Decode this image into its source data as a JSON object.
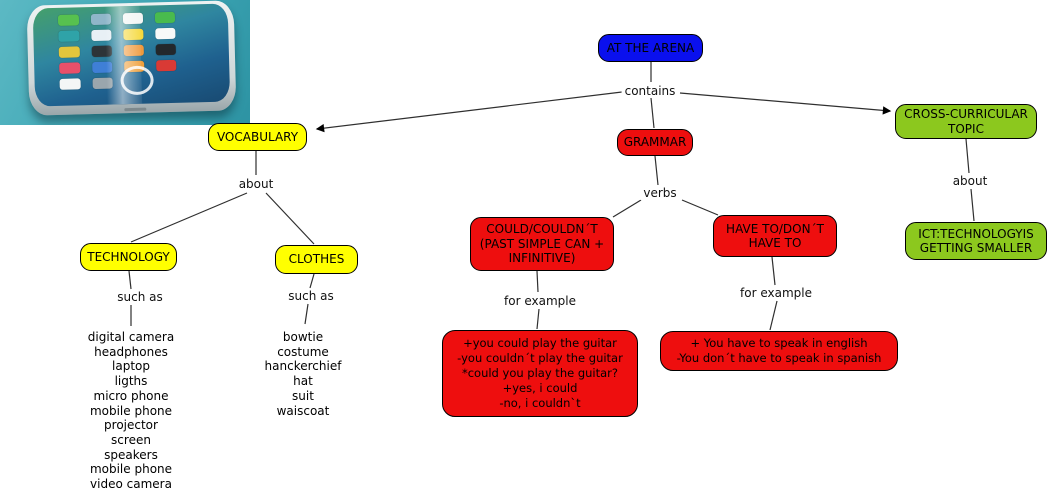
{
  "colors": {
    "canvas": "#ffffff",
    "line": "#2f2f2f",
    "node-blue": "#0a10ee",
    "node-red": "#ee0e0e",
    "node-yellow": "#ffff00",
    "node-green": "#8cc81e",
    "photo-teal": "#3da5b4"
  },
  "photo": {
    "description": "iphone concept render on teal background",
    "app_icon_colors": [
      "#57c14f",
      "#8fb6c9",
      "#f2f5f4",
      "#49bb4e",
      "#2fa3a8",
      "#e8f0f5",
      "#f5d93d",
      "#f7f9f8",
      "#e3c63c",
      "#2d3438",
      "#f09a3e",
      "#23282c",
      "#e8506a",
      "#3f7fd6",
      "#f0a03c",
      "#d93a35",
      "#f4f6f6",
      "#9aa6ad"
    ]
  },
  "nodes": {
    "root": "AT THE ARENA",
    "vocabulary": "VOCABULARY",
    "grammar": "GRAMMAR",
    "cross_curricular": [
      "CROSS-CURRICULAR",
      "TOPIC"
    ],
    "technology": "TECHNOLOGY",
    "clothes": "CLOTHES",
    "could": [
      "COULD/COULDN´T",
      "(PAST SIMPLE CAN +",
      "INFINITIVE)"
    ],
    "have_to": [
      "HAVE TO/DON´T",
      "HAVE TO"
    ],
    "ict": [
      "ICT:TECHNOLOGYIS",
      "GETTING SMALLER"
    ]
  },
  "links": {
    "contains": "contains",
    "about_left": "about",
    "such_as_technology": "such as",
    "such_as_clothes": "such as",
    "verbs": "verbs",
    "for_example_could": "for example",
    "for_example_have": "for example",
    "about_right": "about"
  },
  "lists": {
    "technology_items": [
      "digital camera",
      "headphones",
      "laptop",
      "ligths",
      "micro phone",
      "mobile phone",
      "projector",
      "screen",
      "speakers",
      "mobile phone",
      "video camera"
    ],
    "clothes_items": [
      "bowtie",
      "costume",
      "hanckerchief",
      "hat",
      "suit",
      "waiscoat"
    ],
    "could_examples": [
      "+you could play the guitar",
      "-you couldn´t play the guitar",
      "*could you play the guitar?",
      "+yes, i could",
      "-no, i couldn`t"
    ],
    "have_to_examples": [
      "+ You have to speak in english",
      "-You don´t have to speak in spanish"
    ]
  }
}
